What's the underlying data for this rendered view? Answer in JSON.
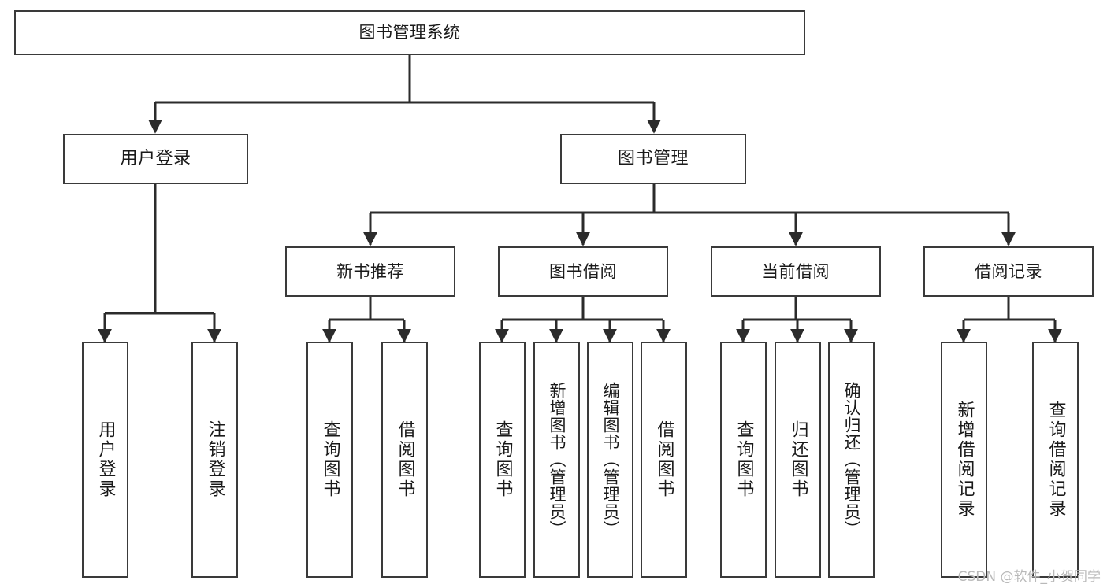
{
  "diagram": {
    "title": "图书管理系统",
    "type": "tree-hierarchy-chart",
    "orientation": "top-down",
    "colors": {
      "box_border": "#3a3a3a",
      "box_fill": "#ffffff",
      "edge": "#2b2b2b",
      "text": "#1a1a1a",
      "watermark": "#b9b9b9"
    },
    "levels": {
      "root": "图书管理系统",
      "level2": [
        "用户登录",
        "图书管理"
      ],
      "level3": [
        "新书推荐",
        "图书借阅",
        "当前借阅",
        "借阅记录"
      ]
    },
    "nodes": {
      "root": {
        "label": "图书管理系统"
      },
      "user_login": {
        "label": "用户登录"
      },
      "book_manage": {
        "label": "图书管理"
      },
      "new_book_rec": {
        "label": "新书推荐"
      },
      "book_borrow": {
        "label": "图书借阅"
      },
      "current_borrow": {
        "label": "当前借阅"
      },
      "borrow_record": {
        "label": "借阅记录"
      },
      "leaf_user_login": {
        "label": "用户登录"
      },
      "leaf_user_logout": {
        "label": "注销登录"
      },
      "leaf_query_book_1": {
        "label": "查询图书"
      },
      "leaf_borrow_book_1": {
        "label": "借阅图书"
      },
      "leaf_query_book_2": {
        "label": "查询图书"
      },
      "leaf_add_book": {
        "label": "新增图书（管理员）"
      },
      "leaf_edit_book": {
        "label": "编辑图书（管理员）"
      },
      "leaf_borrow_book_2": {
        "label": "借阅图书"
      },
      "leaf_query_book_3": {
        "label": "查询图书"
      },
      "leaf_return_book": {
        "label": "归还图书"
      },
      "leaf_confirm_return": {
        "label": "确认归还（管理员）"
      },
      "leaf_add_record": {
        "label": "新增借阅记录"
      },
      "leaf_query_record": {
        "label": "查询借阅记录"
      }
    },
    "watermark": "CSDN @软件_小贺同学"
  }
}
